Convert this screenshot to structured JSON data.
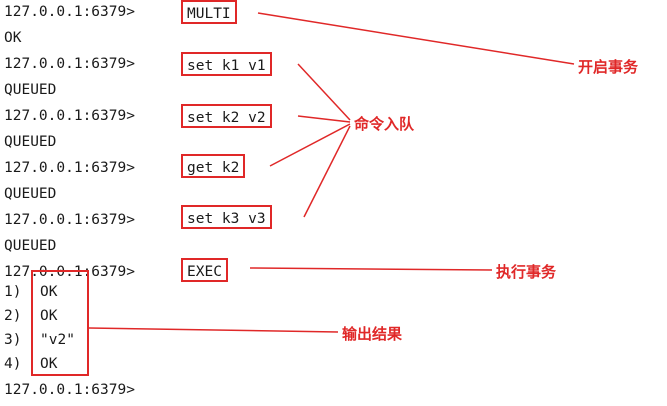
{
  "colors": {
    "annotation": "#e02828",
    "text": "#1a1a1a",
    "background": "#ffffff"
  },
  "terminal": {
    "prompt": "127.0.0.1:6379>",
    "lines": [
      {
        "prompt": "127.0.0.1:6379>",
        "command": "MULTI"
      },
      {
        "response": "OK"
      },
      {
        "prompt": "127.0.0.1:6379>",
        "command": "set k1 v1"
      },
      {
        "response": "QUEUED"
      },
      {
        "prompt": "127.0.0.1:6379>",
        "command": "set k2 v2"
      },
      {
        "response": "QUEUED"
      },
      {
        "prompt": "127.0.0.1:6379>",
        "command": "get k2"
      },
      {
        "response": "QUEUED"
      },
      {
        "prompt": "127.0.0.1:6379>",
        "command": "set k3 v3"
      },
      {
        "response": "QUEUED"
      },
      {
        "prompt": "127.0.0.1:6379>",
        "command": "EXEC"
      }
    ],
    "results": [
      {
        "index": "1)",
        "value": "OK"
      },
      {
        "index": "2)",
        "value": "OK"
      },
      {
        "index": "3)",
        "value": "\"v2\""
      },
      {
        "index": "4)",
        "value": "OK"
      }
    ],
    "final_prompt": "127.0.0.1:6379>"
  },
  "annotations": {
    "start_transaction": "开启事务",
    "commands_queued": "命令入队",
    "execute_transaction": "执行事务",
    "output_result": "输出结果"
  }
}
